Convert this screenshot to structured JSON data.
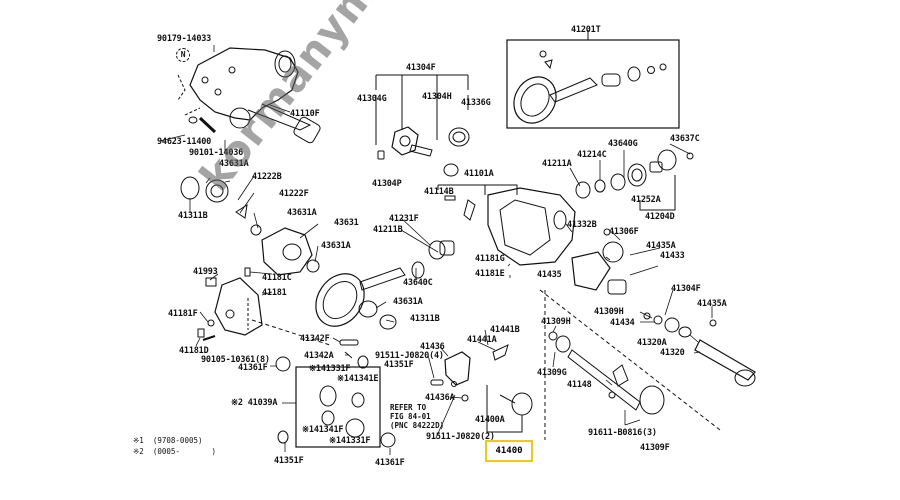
{
  "diagram": {
    "title": "Front differential carrier exploded parts diagram",
    "highlight_color": "#f5c518",
    "watermark": "kormanymubolt.hu",
    "watermark_color": "#5a5a5a",
    "highlighted_part": "41400",
    "labels": {
      "p90179_14033": "90179-14033",
      "pN": "N",
      "p41110F": "41110F",
      "p94623_11400": "94623-11400",
      "p90101_14036": "90101-14036",
      "p41304F_top": "41304F",
      "p41304G": "41304G",
      "p41304H": "41304H",
      "p41336G": "41336G",
      "p41304P": "41304P",
      "p41201T": "41201T",
      "p41101A": "41101A",
      "p41114B": "41114B",
      "p43631A_1": "43631A",
      "p41311B_1": "41311B",
      "p41222B": "41222B",
      "p41222F": "41222F",
      "p43631A_2": "43631A",
      "p43631": "43631",
      "p43631A_3": "43631A",
      "p41231F": "41231F",
      "p41211B": "41211B",
      "p43640C": "43640C",
      "p43631A_4": "43631A",
      "p41311B_2": "41311B",
      "p41181G": "41181G",
      "p41181E": "41181E",
      "p41211A": "41211A",
      "p41214C": "41214C",
      "p43640G": "43640G",
      "p43637C": "43637C",
      "p41252A": "41252A",
      "p41204D": "41204D",
      "p41332B": "41332B",
      "p41306F": "41306F",
      "p41435A_1": "41435A",
      "p41433": "41433",
      "p41435": "41435",
      "p41304F_2": "41304F",
      "p41435A_2": "41435A",
      "p41309H_1": "41309H",
      "p41434": "41434",
      "p41309H_2": "41309H",
      "p41320A": "41320A",
      "p41320": "41320",
      "p41309G": "41309G",
      "p41148": "41148",
      "p91611_B0816": "91611-B0816(3)",
      "p41309F": "41309F",
      "p41993": "41993",
      "p41181C": "41181C",
      "p41181": "41181",
      "p41181F": "41181F",
      "p41181D": "41181D",
      "p90105_10361": "90105-10361(8)",
      "p41342F": "41342F",
      "p41342A": "41342A",
      "p41361F_1": "41361F",
      "p41331F_1": "※141331F",
      "p41341E_1": "※141341E",
      "p41039A": "※2 41039A",
      "p41341F_2": "※141341F",
      "p41331F_2": "※141331F",
      "p41351F_1": "41351F",
      "p41361F_2": "41361F",
      "p41351F_2": "41351F",
      "p41436": "41436",
      "p91511_J0820_4": "91511-J0820(4)",
      "p41436A": "41436A",
      "p41441B": "41441B",
      "p41441A": "41441A",
      "p41400A": "41400A",
      "p91511_J0820_2": "91511-J0820(2)",
      "p41400": "41400"
    },
    "refer_note": "REFER TO\nFIG 84-01\n(PNC 84222D)",
    "legend": {
      "line1": "※1  (9708-0005)",
      "line2": "※2  (0005-       )"
    }
  }
}
